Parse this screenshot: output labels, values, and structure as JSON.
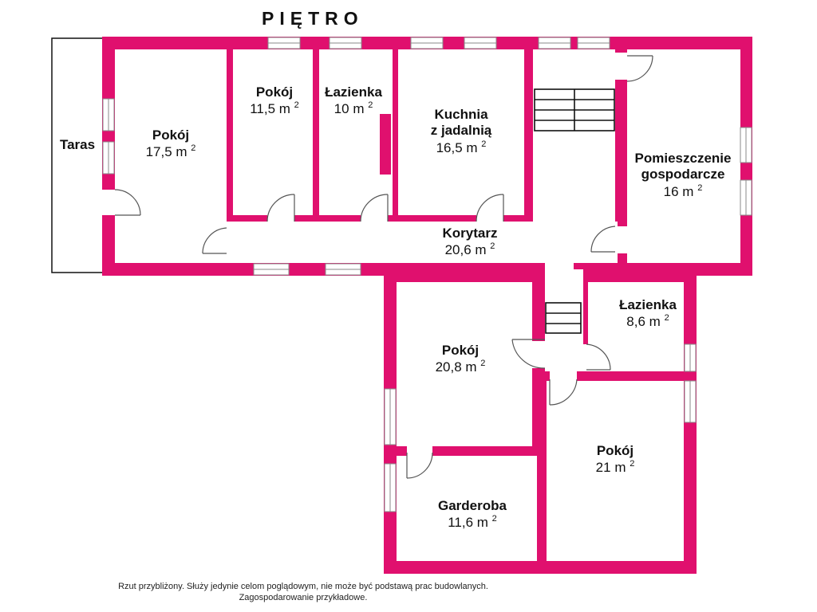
{
  "title": "PIĘTRO",
  "brand_color": "#e0106e",
  "area_unit": "m",
  "area_exponent": "2",
  "rooms": {
    "taras": {
      "name": "Taras",
      "area": ""
    },
    "pokoj_17": {
      "name": "Pokój",
      "area": "17,5"
    },
    "pokoj_11": {
      "name": "Pokój",
      "area": "11,5"
    },
    "lazienka_10": {
      "name": "Łazienka",
      "area": "10"
    },
    "kuchnia": {
      "name_line1": "Kuchnia",
      "name_line2": "z jadalnią",
      "area": "16,5"
    },
    "gospodarcze": {
      "name_line1": "Pomieszczenie",
      "name_line2": "gospodarcze",
      "area": "16"
    },
    "korytarz": {
      "name": "Korytarz",
      "area": "20,6"
    },
    "lazienka_8": {
      "name": "Łazienka",
      "area": "8,6"
    },
    "pokoj_20": {
      "name": "Pokój",
      "area": "20,8"
    },
    "garderoba": {
      "name": "Garderoba",
      "area": "11,6"
    },
    "pokoj_21": {
      "name": "Pokój",
      "area": "21"
    }
  },
  "footer": {
    "line1": "Rzut przybliżony. Służy jedynie celom poglądowym, nie może być podstawą prac budowlanych.",
    "line2": "Zagospodarowanie przykładowe."
  }
}
